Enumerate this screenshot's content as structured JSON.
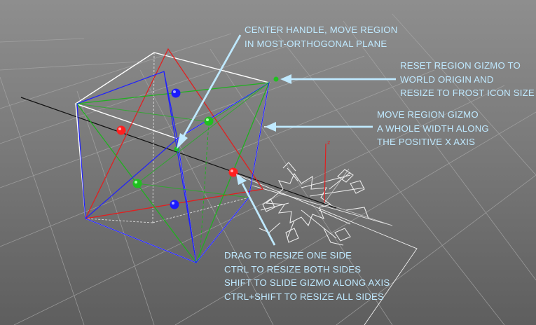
{
  "viewport": {
    "background": "#7a7a7a",
    "gizmo_colors": {
      "box": "#ffffff",
      "red": "#ff2020",
      "green": "#20c020",
      "blue": "#1a1aff",
      "callout": "#bfe9ff"
    },
    "icons": [
      "center-handle-icon",
      "reset-handle-icon",
      "move-handle-icon",
      "resize-handle-icon",
      "frost-icon",
      "world-axis-icon"
    ]
  },
  "callouts": {
    "center": [
      "CENTER HANDLE, MOVE REGION",
      "IN MOST-ORTHOGONAL PLANE"
    ],
    "reset": [
      "RESET REGION GIZMO TO",
      "WORLD ORIGIN AND",
      "RESIZE TO FROST ICON SIZE"
    ],
    "move": [
      "MOVE REGION GIZMO",
      "A WHOLE WIDTH ALONG",
      "THE POSITIVE X AXIS"
    ],
    "drag": [
      "DRAG TO RESIZE ONE SIDE",
      "CTRL TO RESIZE BOTH SIDES",
      "SHIFT TO SLIDE GIZMO ALONG AXIS",
      "CTRL+SHIFT TO RESIZE ALL SIDES"
    ]
  },
  "axis_label": "z"
}
